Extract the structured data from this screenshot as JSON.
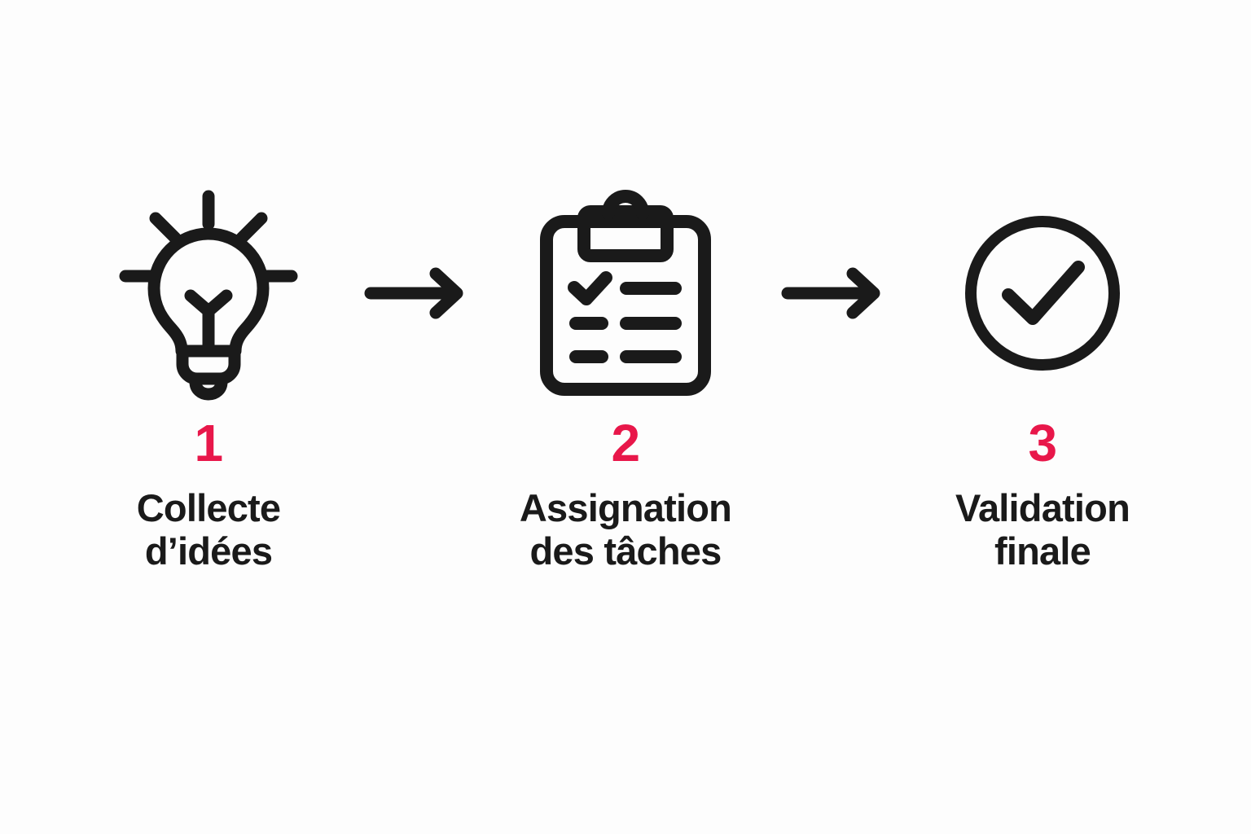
{
  "theme": {
    "background": "#fdfdfd",
    "ink": "#1a1a1a",
    "accent": "#e8174a"
  },
  "flow": {
    "steps": [
      {
        "number": "1",
        "icon": "lightbulb-icon",
        "label_line1": "Collecte",
        "label_line2": "d’idées"
      },
      {
        "number": "2",
        "icon": "clipboard-checklist-icon",
        "label_line1": "Assignation",
        "label_line2": "des tâches"
      },
      {
        "number": "3",
        "icon": "check-circle-icon",
        "label_line1": "Validation",
        "label_line2": "finale"
      }
    ],
    "connectors": [
      {
        "icon": "arrow-right-icon"
      },
      {
        "icon": "arrow-right-icon"
      }
    ]
  }
}
